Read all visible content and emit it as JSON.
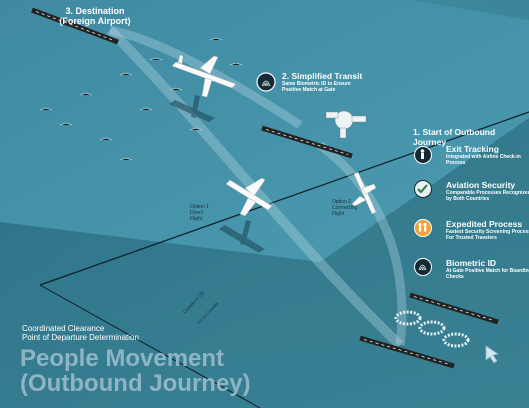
{
  "destination": {
    "title_line1": "3. Destination",
    "title_line2": "(Foreign Airport)"
  },
  "transit": {
    "title": "2. Simplified Transit",
    "desc": "Same Biometric ID to Ensure Positive Match at Gate"
  },
  "start": {
    "title": "1. Start of Outbound Journey"
  },
  "features": [
    {
      "title": "Exit Tracking",
      "desc": "Integrated with Airline Check-in Process",
      "icon": "passenger-icon"
    },
    {
      "title": "Aviation Security",
      "desc": "Comparable Processes Recognized by Both Countries",
      "icon": "checkmark-icon"
    },
    {
      "title": "Expedited Process",
      "desc": "Fastest Security Screening Process For Trusted Travelers",
      "icon": "travelers-icon"
    },
    {
      "title": "Biometric ID",
      "desc": "At Gate Positive Match for Boarding Checks",
      "icon": "fingerprint-icon"
    }
  ],
  "option1": {
    "line1": "Option 1",
    "line2": "Direct",
    "line3": "Flight"
  },
  "option2": {
    "line1": "Option 2",
    "line2": "Connecting",
    "line3": "Flight"
  },
  "border_labels": {
    "upper": "Canada or US",
    "lower": "US or Canada"
  },
  "footer": {
    "line1": "Coordinated Clearance",
    "line2": "Point of Departure Determination",
    "big1": "People Movement",
    "big2": "(Outbound Journey)"
  },
  "colors": {
    "background": "#3b8598",
    "border_line": "#0d1d26",
    "accent": "#f0a33a"
  }
}
